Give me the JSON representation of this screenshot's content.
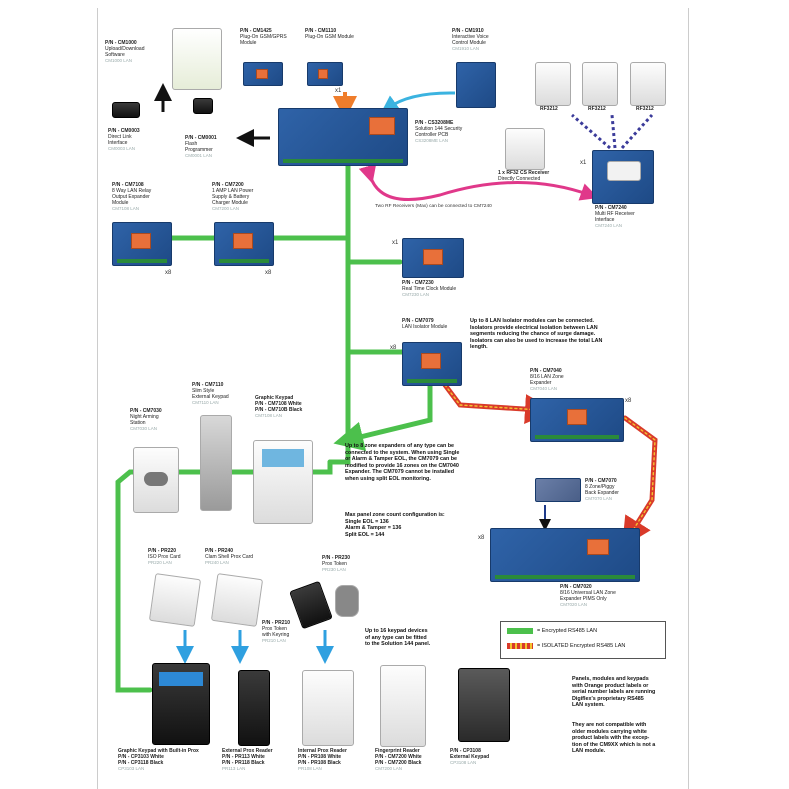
{
  "components": [
    {
      "id": "cm1000",
      "pn": "P/N - CM1000",
      "name": "Upload/Download\nSoftware",
      "sub": "CM1000 LAN"
    },
    {
      "id": "cm1425",
      "pn": "P/N - CM1425",
      "name": "Plug-On GSM/GPRS\nModule",
      "sub": "CM1425 LAN"
    },
    {
      "id": "cm1110",
      "pn": "P/N - CM1110",
      "name": "Plug-On GSM Module",
      "sub": "CM1110 LAN"
    },
    {
      "id": "cm1910",
      "pn": "P/N - CM1910",
      "name": "Interactive Voice\nControl Module",
      "sub": "CM1910 LAN"
    },
    {
      "id": "cm0003",
      "pn": "P/N - CM0003",
      "name": "Direct Link\nInterface",
      "sub": "CM0003 LAN"
    },
    {
      "id": "cm0001",
      "pn": "P/N - CM0001",
      "name": "Flash\nProgrammer",
      "sub": "CM0001 LAN"
    },
    {
      "id": "panel",
      "pn": "P/N - CS3208ME",
      "name": "Solution 144 Security\nController PCB",
      "sub": "CS3208ME LAN"
    },
    {
      "id": "rf3212",
      "pn": "RF3212",
      "name": "",
      "sub": ""
    },
    {
      "id": "rf3212b",
      "pn": "RF3212",
      "name": "",
      "sub": ""
    },
    {
      "id": "rf3212c",
      "pn": "RF3212",
      "name": "",
      "sub": ""
    },
    {
      "id": "rfdirect",
      "pn": "1 x RF32 CS Receiver",
      "name": "Directly Connected",
      "sub": ""
    },
    {
      "id": "cm7240",
      "pn": "P/N - CM7240",
      "name": "Multi RF Receiver\nInterface",
      "sub": "CM7240 LAN"
    },
    {
      "id": "cm7108",
      "pn": "P/N - CM7108",
      "name": "8 Way LAN Relay\nOutput Expander\nModule",
      "sub": "CM7108 LAN"
    },
    {
      "id": "cm7200",
      "pn": "P/N - CM7200",
      "name": "1 AMP LAN Power\nSupply & Battery\nCharger Module",
      "sub": "CM7200 LAN"
    },
    {
      "id": "cm7230",
      "pn": "P/N - CM7230",
      "name": "Real Time Clock Module",
      "sub": "CM7230 LAN"
    },
    {
      "id": "cm7079",
      "pn": "P/N - CM7079",
      "name": "LAN Isolator Module",
      "sub": "CM7079 LAN"
    },
    {
      "id": "cm7040",
      "pn": "P/N - CM7040",
      "name": "8/16 LAN Zone\nExpander",
      "sub": "CM7040 LAN"
    },
    {
      "id": "cm7070",
      "pn": "P/N - CM7070",
      "name": "8 Zone/Piggy\nBack Expander",
      "sub": "CM7070 LAN"
    },
    {
      "id": "cm7020",
      "pn": "P/N - CM7020",
      "name": "8/16 Universal LAN Zone\nExpander PIMS Only",
      "sub": "CM7020 LAN"
    },
    {
      "id": "cm7030",
      "pn": "P/N - CM7030",
      "name": "Night Arming\nStation",
      "sub": "CM7030 LAN"
    },
    {
      "id": "cm7110",
      "pn": "P/N - CM7110",
      "name": "Slim Style\nExternal Keypad",
      "sub": "CM7110 LAN"
    },
    {
      "id": "cm7108w",
      "pn": "Graphic Keypad\nP/N - CM7108 White",
      "name": "P/N - CM710B Black",
      "sub": "CM7108 LAN"
    },
    {
      "id": "prox1",
      "pn": "P/N - PR220",
      "name": "ISO Prox Card",
      "sub": "PR220 LAN"
    },
    {
      "id": "prox2",
      "pn": "P/N - PR240",
      "name": "Clam Shell Prox Card",
      "sub": "PR240 LAN"
    },
    {
      "id": "prox3",
      "pn": "P/N - PR210",
      "name": "Prox Token\nwith Keyring",
      "sub": "PR210 LAN"
    },
    {
      "id": "prox4",
      "pn": "P/N - PR230",
      "name": "Prox Token",
      "sub": "PR230 LAN"
    },
    {
      "id": "kp1",
      "pn": "Graphic Keypad with Built-in Prox",
      "name": "P/N - CP3103 White\nP/N - CP3118 Black",
      "sub": "CP3103 LAN"
    },
    {
      "id": "kp2",
      "pn": "External Prox Reader",
      "name": "P/N - PR113 White\nP/N - PR118 Black",
      "sub": "PR113 LAN"
    },
    {
      "id": "kp3",
      "pn": "Internal Prox Reader",
      "name": "P/N - PR108 White\nP/N - PR108 Black",
      "sub": "PR108 LAN"
    },
    {
      "id": "kp4",
      "pn": "Fingerprint Reader",
      "name": "P/N - CM7200 White\nP/N - CM7200 Black",
      "sub": "CM7200 LAN"
    },
    {
      "id": "kp5",
      "pn": "P/N - CP3108",
      "name": "External Keypad",
      "sub": "CP3108 LAN"
    }
  ],
  "quantities": {
    "q_x1_top": "x1",
    "q_x1_rf": "x1",
    "q_x8_a": "x8",
    "q_x8_b": "x8",
    "q_x1_clock": "x1",
    "q_x8_iso": "x8",
    "q_x8_zone": "x8",
    "q_x8_univ": "x8"
  },
  "notes": {
    "rf_note": "Two RF Receivers (Max) can be connected to CM7240",
    "isolator_note": "Up to 8 LAN Isolator modules can be connected.\nIsolators provide electrical isolation between LAN\nsegments reducing the chance of surge damage.\nIsolators can also be used to increase the total LAN\nlength.",
    "zone_note": "Up to 8 zone expanders of any type can be\nconnected to the system. When using Single\nor Alarm & Tamper EOL, the CM7079 can be\nmodified to provide 16 zones on the CM7040\nExpander. The CM7079 cannot be installed\nwhen using split EOL monitoring.",
    "max_zone": "Max panel zone count configuration is:\nSingle EOL = 136\nAlarm & Tamper = 136\nSplit EOL = 144",
    "keypad_note": "Up to 16 keypad devices\nof any type can be fitted\nto the Solution 144 panel.",
    "label_note": "Panels, modules and keypads\nwith Orange product labels or\nserial number labels are running\nDigiflex's proprietary RS485\nLAN system.",
    "compat_note": "They are not compatible with\nolder modules carrying white\nproduct labels with the excep-\ntion of the CM9XX which is not a\nLAN module."
  },
  "legend": {
    "green_label": "= Encrypted RS485 LAN",
    "red_label": "= ISOLATED Encrypted RS485 LAN"
  },
  "colors": {
    "lan": "#4cc04c",
    "isolated": "#d93a2a",
    "isolated_dots": "#f4c430",
    "rf": "#e0388a",
    "voice": "#3bb3e0",
    "arrow_orange": "#ef7d2b",
    "arrow_dark": "#111111",
    "rf_dots": "#3b3b9a"
  }
}
